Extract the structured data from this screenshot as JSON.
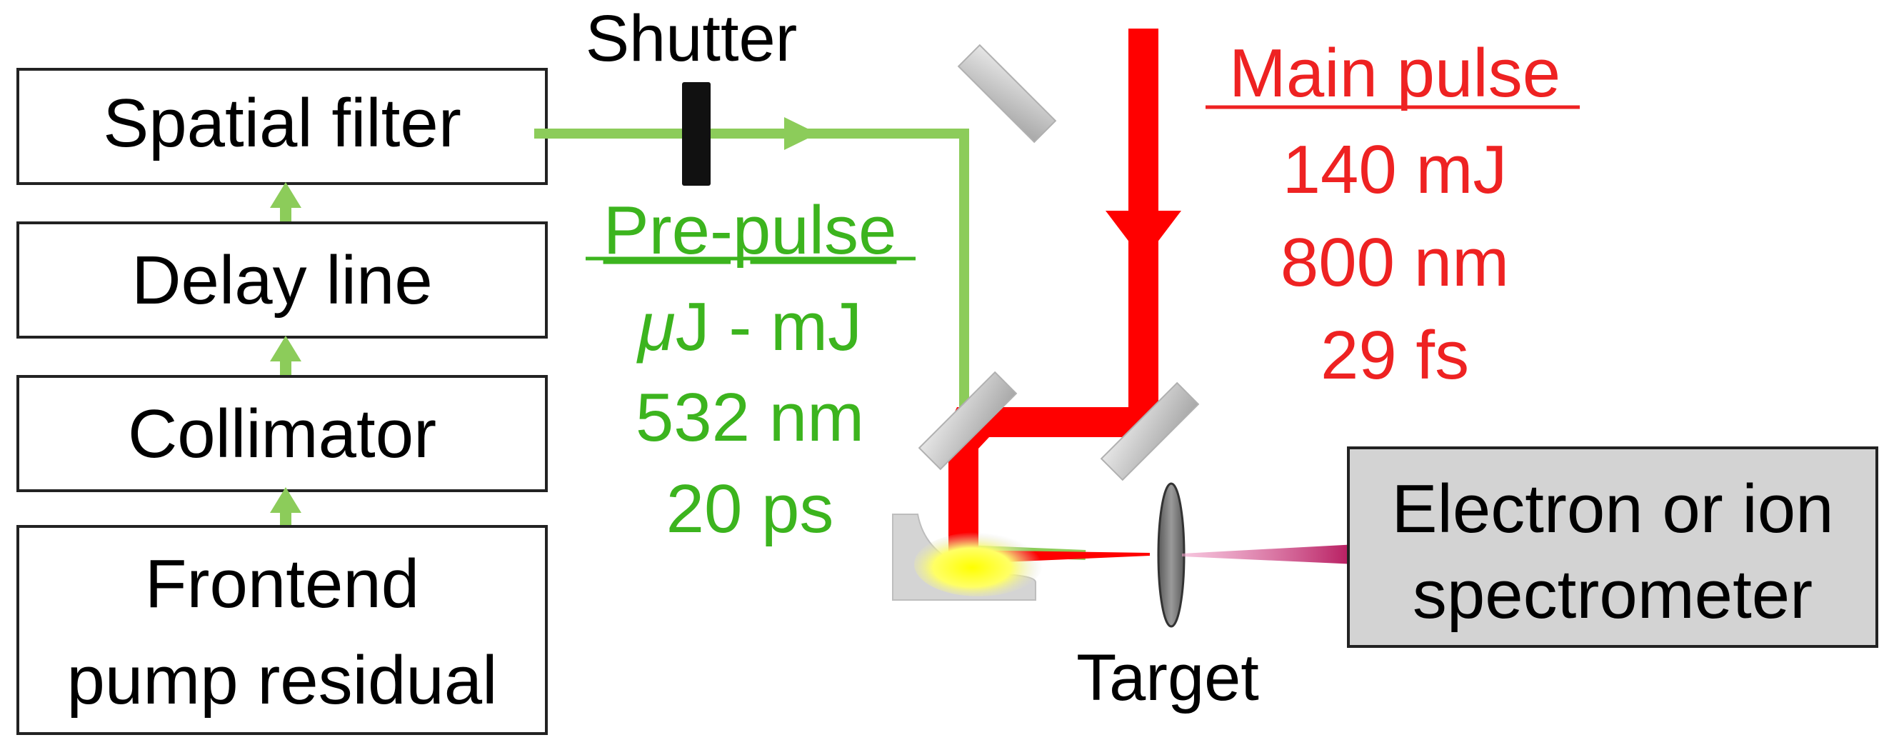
{
  "boxes": {
    "spatial_filter": "Spatial filter",
    "delay_line": "Delay line",
    "collimator": "Collimator",
    "frontend_line1": "Frontend",
    "frontend_line2": "pump residual",
    "spectrometer_line1": "Electron or ion",
    "spectrometer_line2": "spectrometer"
  },
  "labels": {
    "shutter": "Shutter",
    "target": "Target"
  },
  "pre_pulse": {
    "title": "Pre-pulse",
    "energy_symbol": "μ",
    "energy_rest": "J - mJ",
    "wavelength": "532 nm",
    "duration": "20 ps"
  },
  "main_pulse": {
    "title": "Main pulse",
    "energy": "140 mJ",
    "wavelength": "800 nm",
    "duration": "29 fs"
  },
  "colors": {
    "green_beam": "#8ccc5a",
    "green_text": "#3cb41e",
    "red_beam": "#ff0000",
    "red_text": "#ee2222",
    "mirror": "#c8c8c8",
    "spectrometer_fill": "#d3d3d3",
    "electron_beam": "#b4145a"
  }
}
